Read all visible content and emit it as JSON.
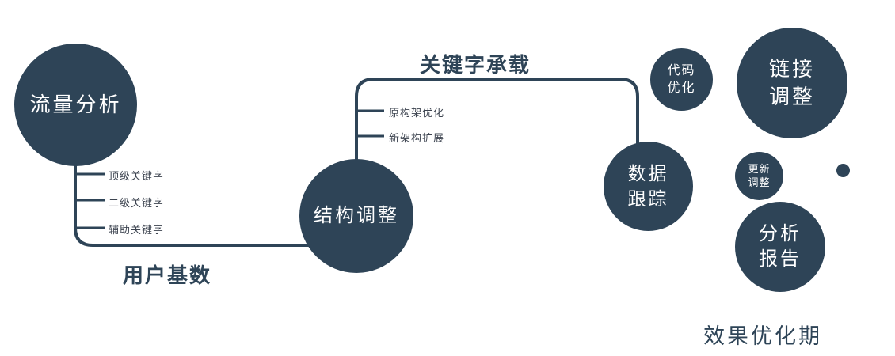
{
  "diagram": {
    "accent_color": "#2e4457",
    "text_color_light": "#ffffff",
    "nodes": {
      "traffic_analysis": {
        "label": "流量分析"
      },
      "structure_adjustment": {
        "label": "结构调整"
      },
      "data_tracking": {
        "label": "数据\n跟踪"
      },
      "code_optimization": {
        "label": "代码\n优化"
      },
      "link_adjustment": {
        "label": "链接\n调整"
      },
      "update_adjustment": {
        "label": "更新\n调整"
      },
      "analysis_report": {
        "label": "分析\n报告"
      }
    },
    "edge_labels": {
      "user_base": "用户基数",
      "keyword_carrying": "关键字承载"
    },
    "branches": {
      "traffic": [
        "顶级关键字",
        "二级关键字",
        "辅助关键字"
      ],
      "structure": [
        "原构架优化",
        "新架构扩展"
      ]
    },
    "footer": "效果优化期"
  }
}
